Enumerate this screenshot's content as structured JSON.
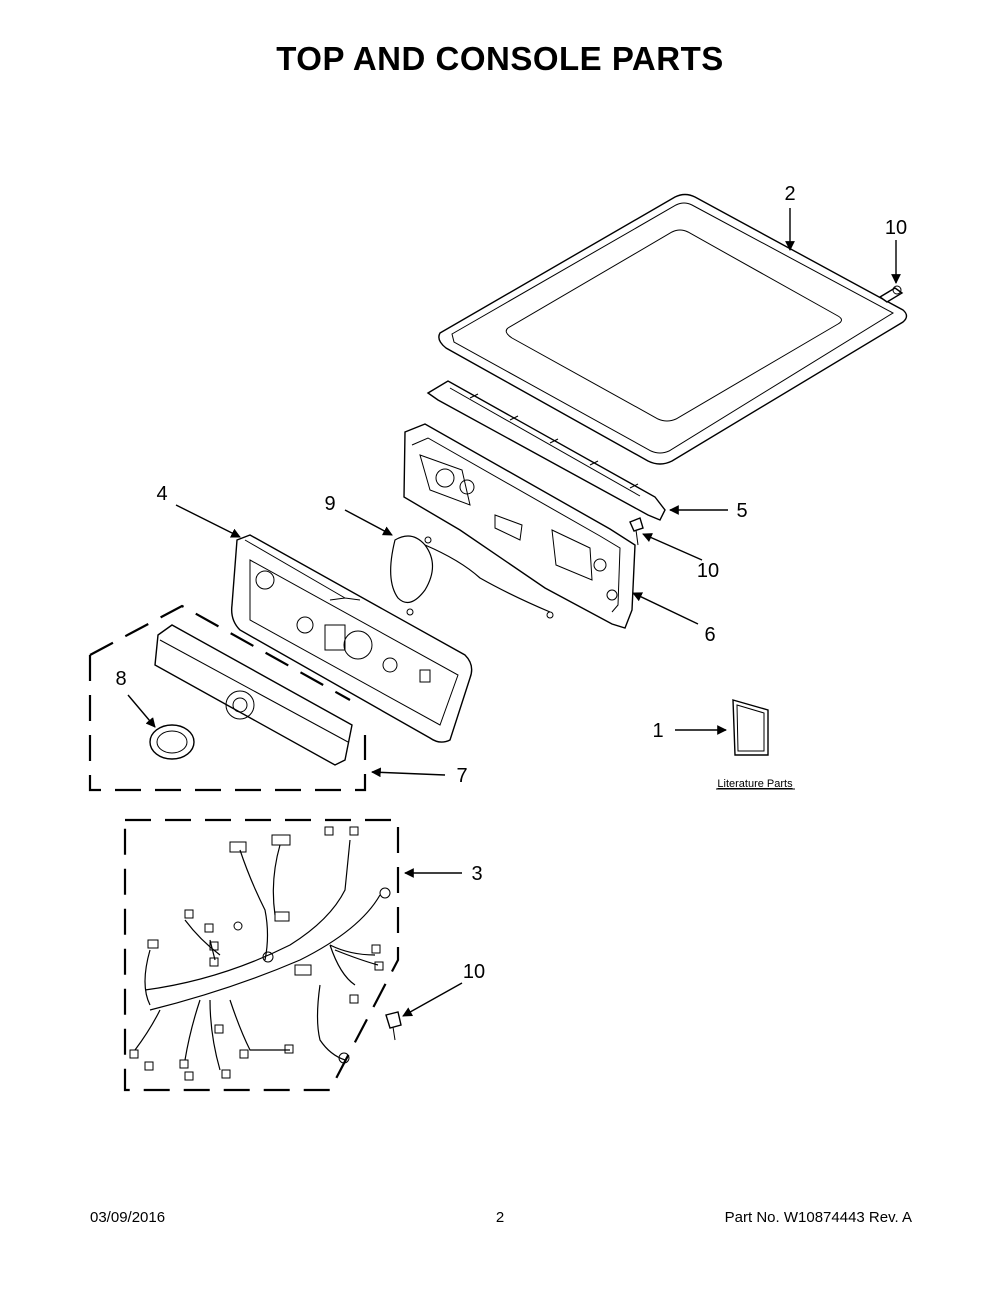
{
  "title": "TOP AND CONSOLE PARTS",
  "callouts": {
    "c1": "1",
    "c2": "2",
    "c3": "3",
    "c4": "4",
    "c5": "5",
    "c6": "6",
    "c7": "7",
    "c8": "8",
    "c9": "9",
    "c10a": "10",
    "c10b": "10",
    "c10c": "10"
  },
  "literature_label": "Literature Parts",
  "footer": {
    "date": "03/09/2016",
    "page": "2",
    "part_number": "Part No.  W10874443  Rev.  A"
  }
}
